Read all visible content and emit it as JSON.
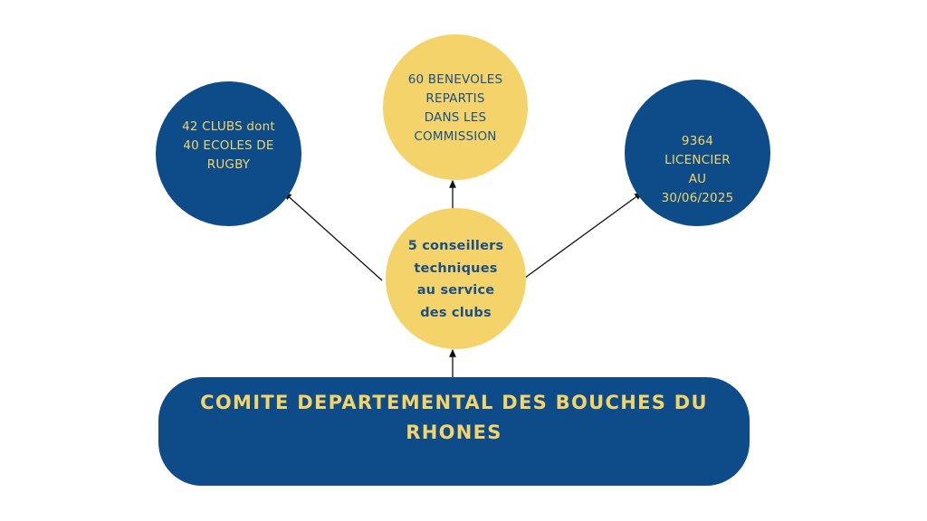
{
  "colors": {
    "blue": "#0d4c88",
    "yellow": "#f4d46a",
    "arrow": "#111111"
  },
  "nodes": {
    "clubs": {
      "lines": [
        "42 CLUBS dont",
        "40 ECOLES DE",
        "RUGBY"
      ]
    },
    "benevoles": {
      "lines": [
        "60 BENEVOLES",
        "REPARTIS",
        "DANS LES",
        "COMMISSION"
      ]
    },
    "licencies": {
      "lines": [
        "9364",
        "LICENCIER",
        "AU",
        "30/06/2025"
      ]
    },
    "conseillers": {
      "lines": [
        "5 conseillers",
        "techniques",
        "au service",
        "des clubs"
      ]
    },
    "comite": {
      "lines": [
        "COMITE DEPARTEMENTAL DES BOUCHES DU",
        "RHONES"
      ]
    }
  }
}
